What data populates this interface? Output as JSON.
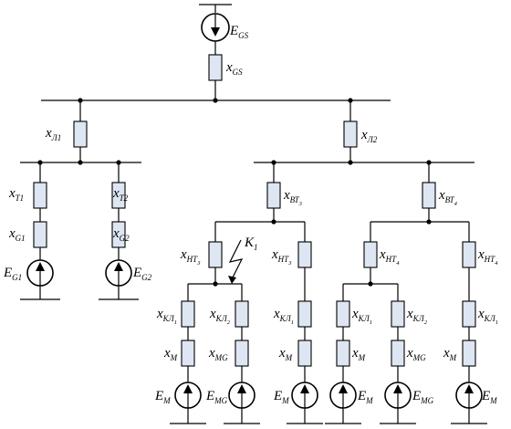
{
  "diagram": {
    "source": {
      "emf": "E",
      "emf_sub": "GS",
      "x": "x",
      "x_sub": "GS"
    },
    "lines": [
      {
        "x": "x",
        "sub": "Л1"
      },
      {
        "x": "x",
        "sub": "Л2"
      }
    ],
    "generator_branches": [
      {
        "xt": "x",
        "xt_sub": "T1",
        "xg": "x",
        "xg_sub": "G1",
        "e": "E",
        "e_sub": "G1"
      },
      {
        "xt": "x",
        "xt_sub": "T2",
        "xg": "x",
        "xg_sub": "G2",
        "e": "E",
        "e_sub": "G2"
      }
    ],
    "transformers": [
      {
        "hv": "x",
        "hv_sub": "ВТ",
        "hv_idx": "3",
        "lv": "x",
        "lv_sub": "НТ",
        "lv_idx": "3",
        "lv2": "x",
        "lv2_sub": "НТ",
        "lv2_idx": "3"
      },
      {
        "hv": "x",
        "hv_sub": "ВТ",
        "hv_idx": "4",
        "lv": "x",
        "lv_sub": "НТ",
        "lv_idx": "4",
        "lv2": "x",
        "lv2_sub": "НТ",
        "lv2_idx": "4"
      }
    ],
    "fault": {
      "label": "K",
      "sub": "1"
    },
    "load_branches": [
      {
        "kl": "x",
        "kl_sub": "КЛ",
        "kl_idx": "1",
        "m": "x",
        "m_sub": "M",
        "e": "E",
        "e_sub": "M"
      },
      {
        "kl": "x",
        "kl_sub": "КЛ",
        "kl_idx": "2",
        "m": "x",
        "m_sub": "MG",
        "e": "E",
        "e_sub": "MG"
      },
      {
        "kl": "x",
        "kl_sub": "КЛ",
        "kl_idx": "1",
        "m": "x",
        "m_sub": "M",
        "e": "E",
        "e_sub": "M"
      },
      {
        "kl": "x",
        "kl_sub": "КЛ",
        "kl_idx": "1",
        "m": "x",
        "m_sub": "M",
        "e": "E",
        "e_sub": "M"
      },
      {
        "kl": "x",
        "kl_sub": "КЛ",
        "kl_idx": "2",
        "m": "x",
        "m_sub": "MG",
        "e": "E",
        "e_sub": "MG"
      },
      {
        "kl": "x",
        "kl_sub": "КЛ",
        "kl_idx": "1",
        "m": "x",
        "m_sub": "M",
        "e": "E",
        "e_sub": "M"
      }
    ]
  }
}
